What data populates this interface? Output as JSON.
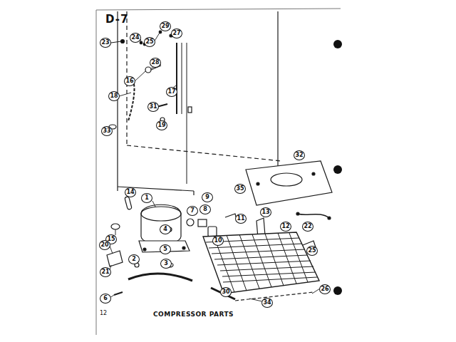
{
  "diagram": {
    "title": "D-7",
    "caption": "COMPRESSOR PARTS",
    "labels": [
      "23",
      "24",
      "25",
      "29",
      "27",
      "28",
      "16",
      "17",
      "18",
      "31",
      "19",
      "33",
      "32",
      "35",
      "9",
      "14",
      "1",
      "7",
      "8",
      "11",
      "13",
      "4",
      "10",
      "12",
      "22",
      "15",
      "5",
      "20",
      "25",
      "2",
      "3",
      "21",
      "6",
      "30",
      "34",
      "26",
      "12"
    ]
  }
}
